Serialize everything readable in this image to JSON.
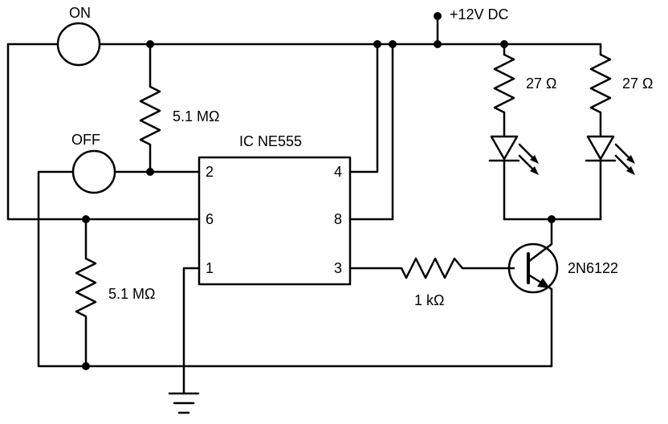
{
  "diagram": {
    "supply_label": "+12V DC",
    "switches": {
      "on": "ON",
      "off": "OFF"
    },
    "resistors": {
      "r_top": "5.1 MΩ",
      "r_bottom": "5.1 MΩ",
      "r_base": "1 kΩ",
      "r_led1": "27 Ω",
      "r_led2": "27 Ω"
    },
    "ic": {
      "name": "IC NE555",
      "pins": {
        "p2": "2",
        "p4": "4",
        "p6": "6",
        "p8": "8",
        "p1": "1",
        "p3": "3"
      }
    },
    "transistor": "2N6122",
    "colors": {
      "line": "#000000",
      "background": "#ffffff"
    }
  }
}
